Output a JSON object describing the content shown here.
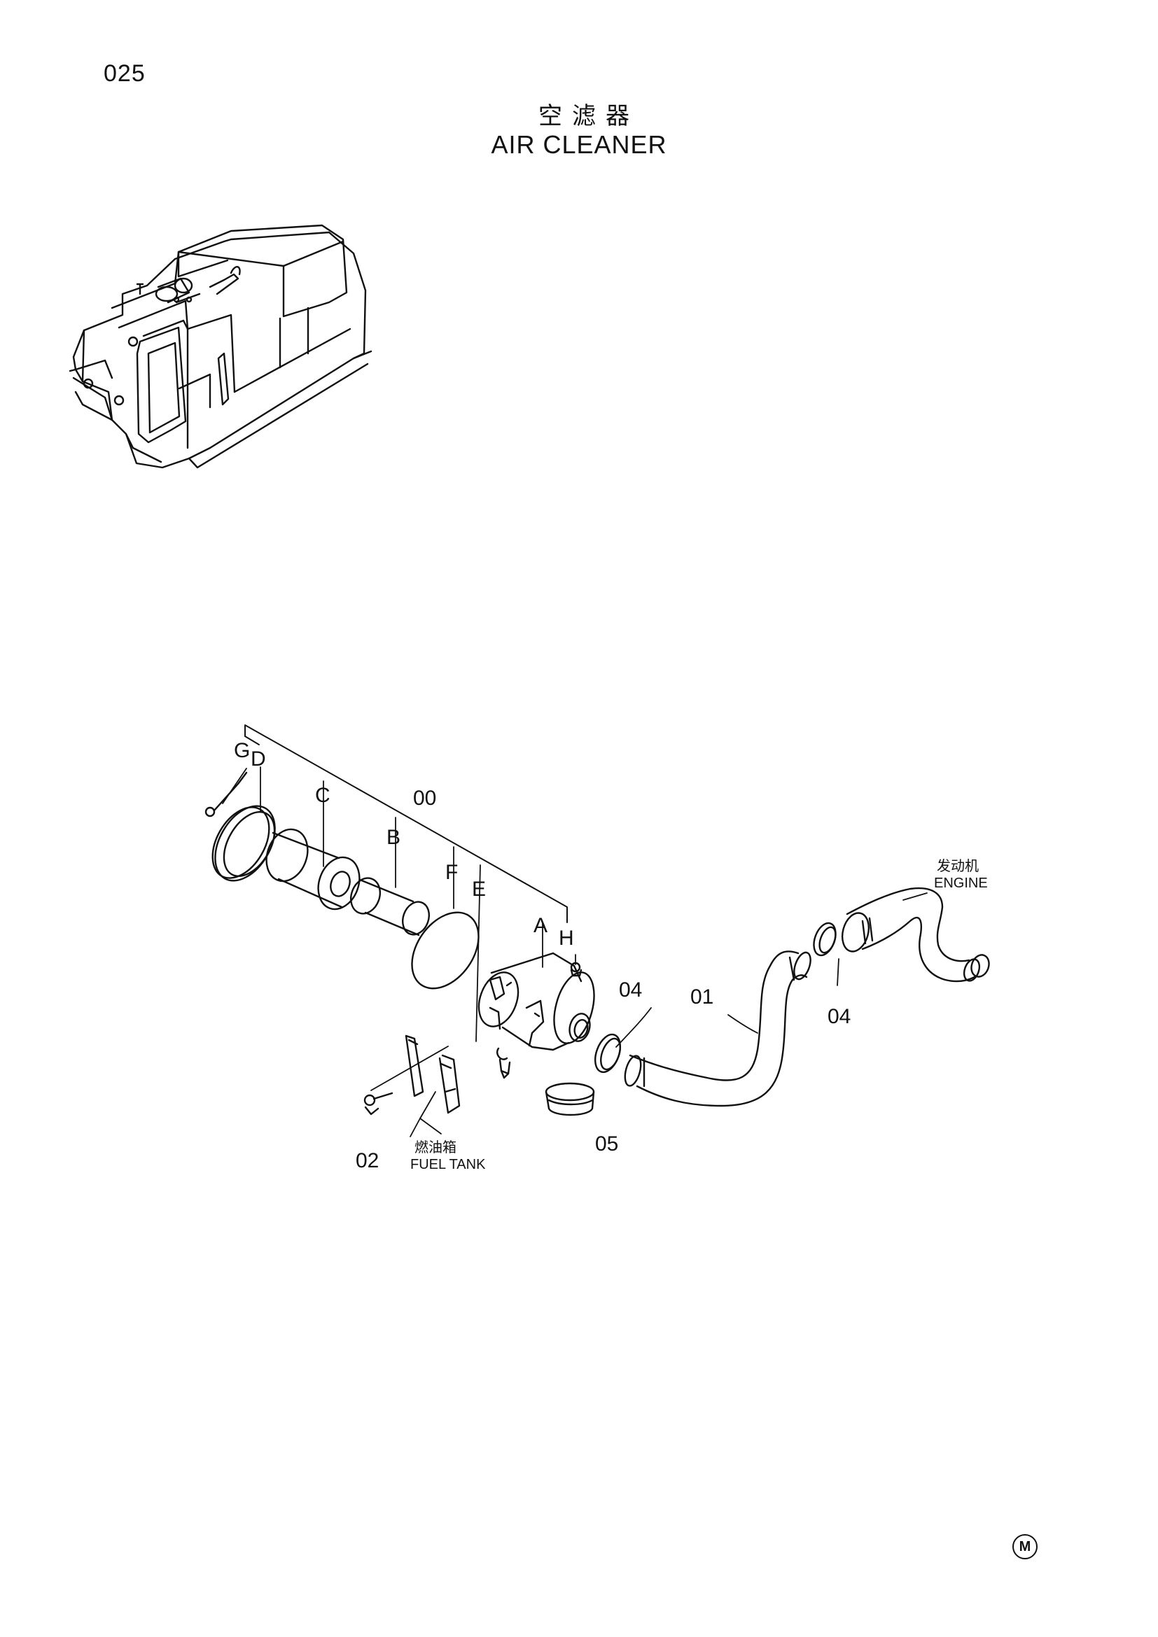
{
  "page": {
    "number": "025",
    "title_cn": "空滤器",
    "title_en": "AIR CLEANER",
    "maker_mark": "M"
  },
  "callouts": {
    "assembly": "00",
    "hose": "01",
    "bolt": "02",
    "clamp_a": "04",
    "clamp_b": "04",
    "cap": "05",
    "sub_a": "A",
    "sub_b": "B",
    "sub_c": "C",
    "sub_d": "D",
    "sub_e": "E",
    "sub_f": "F",
    "sub_g": "G",
    "sub_h": "H"
  },
  "notes": {
    "engine_cn": "发动机",
    "engine_en": "ENGINE",
    "fuel_tank_cn": "燃油箱",
    "fuel_tank_en": "FUEL TANK"
  }
}
